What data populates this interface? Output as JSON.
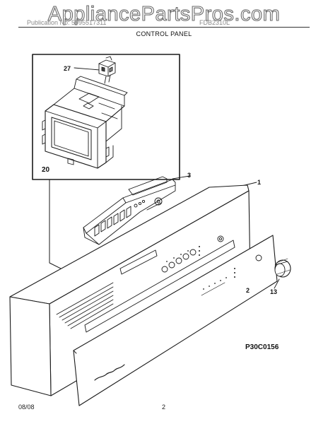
{
  "watermark": "AppliancePartsPros.com",
  "header": {
    "left": "Publication No: 5995517311",
    "right": "FDB2310L",
    "title": "CONTROL PANEL"
  },
  "callouts": {
    "c27": "27",
    "c20": "20",
    "c3": "3",
    "c1": "1",
    "c2": "2",
    "c13": "13"
  },
  "diagram_code": "P30C0156",
  "footer": {
    "date": "08/08",
    "page": "2"
  },
  "colors": {
    "line": "#1a1a1a",
    "watermark_stroke": "#6a6a6a"
  }
}
